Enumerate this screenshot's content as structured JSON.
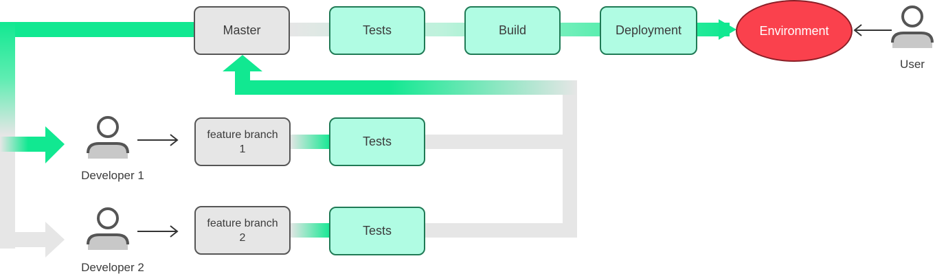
{
  "pipeline": {
    "master": "Master",
    "tests": "Tests",
    "build": "Build",
    "deployment": "Deployment",
    "environment": "Environment"
  },
  "user": {
    "label": "User"
  },
  "developers": [
    {
      "label": "Developer 1",
      "branch_line1": "feature branch",
      "branch_line2": "1",
      "tests": "Tests"
    },
    {
      "label": "Developer 2",
      "branch_line1": "feature branch",
      "branch_line2": "2",
      "tests": "Tests"
    }
  ],
  "colors": {
    "flow_green": "#11e891",
    "flow_gray": "#e6e6e6",
    "box_green": "#b0fce3",
    "box_gray": "#e6e6e6",
    "environment_red": "#fa414d"
  },
  "icons": [
    "person-icon",
    "arrow-right-icon",
    "arrow-left-icon"
  ]
}
